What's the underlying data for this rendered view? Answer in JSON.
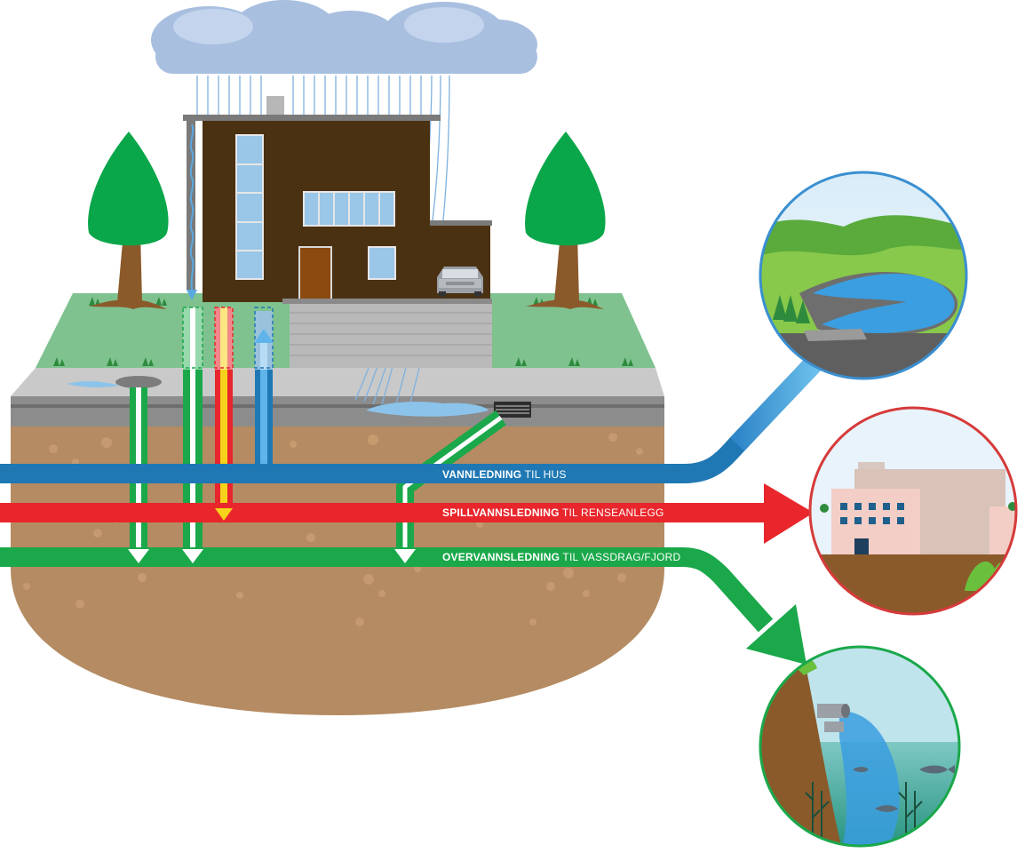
{
  "labels": {
    "water_main": {
      "bold": "VANNLEDNING",
      "rest": " TIL HUS"
    },
    "sewer_main": {
      "bold": "SPILLVANNSLEDNING",
      "rest": " TIL RENSEANLEGG"
    },
    "storm_main": {
      "bold": "OVERVANNSLEDNING",
      "rest": " TIL VASSDRAG/FJORD"
    }
  },
  "colors": {
    "water_pipe": "#1f78b4",
    "sewer_pipe": "#e8262b",
    "storm_pipe": "#1aa84a",
    "soil": "#b48b62",
    "grass": "#7fc28f",
    "road": "#9a9a9a",
    "house": "#4a3112",
    "cloud": "#a8bfe0",
    "tree": "#0aa64a",
    "trunk": "#8b5a2b",
    "circle_lake_border": "#3a8fd0",
    "circle_plant_border": "#d63a3a",
    "circle_fjord_border": "#1aa84a"
  },
  "icons": {
    "cloud": "rain-cloud-icon",
    "tree": "tree-icon",
    "car": "car-icon",
    "drain": "street-drain-icon",
    "fish": "fish-icon"
  }
}
